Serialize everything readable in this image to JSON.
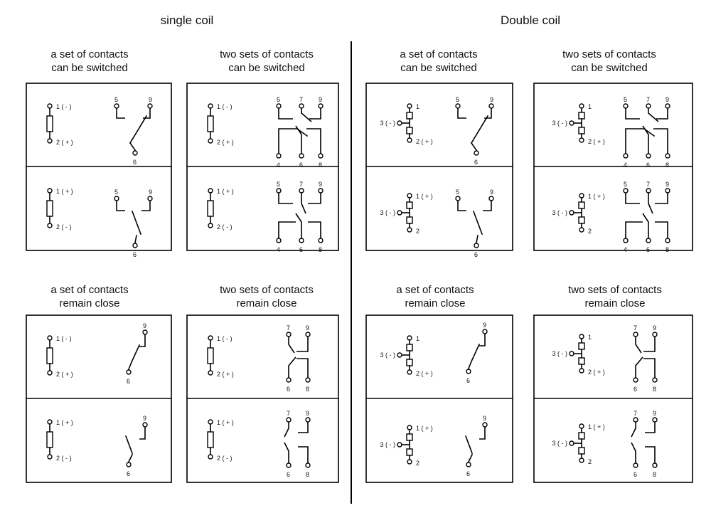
{
  "sections": [
    {
      "title": "single coil"
    },
    {
      "title": "Double coil"
    }
  ],
  "groups": [
    {
      "line1": "a set of contacts",
      "line2": "can be switched"
    },
    {
      "line1": "two sets of contacts",
      "line2": "can be switched"
    },
    {
      "line1": "a set of contacts",
      "line2": "can be switched"
    },
    {
      "line1": "two sets of contacts",
      "line2": "can be switched"
    },
    {
      "line1": "a set of contacts",
      "line2": "remain close"
    },
    {
      "line1": "two sets of contacts",
      "line2": "remain close"
    },
    {
      "line1": "a set of contacts",
      "line2": "remain close"
    },
    {
      "line1": "two sets of contacts",
      "line2": "remain close"
    }
  ],
  "pins": {
    "coil_single_a": [
      "1 ( - )",
      "2 ( + )"
    ],
    "coil_single_b": [
      "1 ( + )",
      "2 ( - )"
    ],
    "coil_double_a": [
      "1",
      "3 ( - )",
      "2 ( + )"
    ],
    "coil_double_b": [
      "1 ( + )",
      "3 ( - )",
      "2"
    ],
    "contact_numbers": [
      "4",
      "5",
      "6",
      "7",
      "8",
      "9"
    ]
  },
  "colors": {
    "line": "#000000",
    "text": "#111111",
    "background": "#ffffff"
  }
}
